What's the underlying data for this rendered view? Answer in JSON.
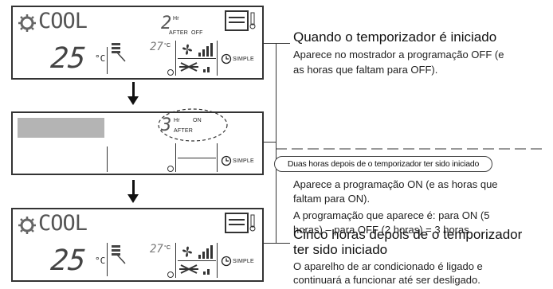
{
  "panel1": {
    "mode": "COOL",
    "set_temp": "25",
    "temp_unit": "°C",
    "timer_hours": "2",
    "hr": "Hr",
    "after": "AFTER",
    "off": "OFF",
    "room_temp": "27",
    "room_unit": "°C",
    "simple": "SIMPLE"
  },
  "panel2": {
    "timer_hours": "3",
    "hr": "Hr",
    "on": "ON",
    "after": "AFTER",
    "simple": "SIMPLE"
  },
  "panel3": {
    "mode": "COOL",
    "set_temp": "25",
    "temp_unit": "°C",
    "room_temp": "27",
    "room_unit": "°C",
    "simple": "SIMPLE"
  },
  "callout": "Duas horas depois de o temporizador ter sido iniciado",
  "notes": {
    "n1_title": "Quando o temporizador é iniciado",
    "n1_line1": "Aparece no mostrador a programação OFF (e",
    "n1_line2": "as horas que faltam para OFF).",
    "n2_line1": "Aparece a programação ON (e as horas que",
    "n2_line2": "faltam para ON).",
    "n2_line3": "A programação que aparece é: para ON (5",
    "n2_line4": "horas) – para OFF (2 horas) = 3 horas",
    "n3_title1": "Cinco horas depois de o temporizador",
    "n3_title2": "ter sido iniciado",
    "n3_line1": "O aparelho de ar condicionado é ligado e",
    "n3_line2": "continuará a funcionar até ser desligado."
  }
}
